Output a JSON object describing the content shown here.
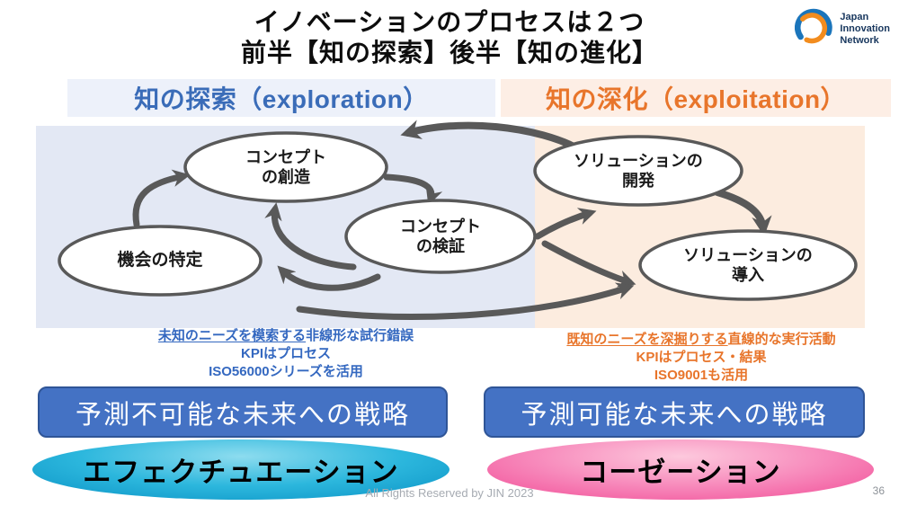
{
  "title": {
    "line1": "イノベーションのプロセスは２つ",
    "line2": "前半【知の探索】後半【知の進化】"
  },
  "logo": {
    "line1": "Japan",
    "line2": "Innovation",
    "line3": "Network"
  },
  "left": {
    "header": "知の探索（exploration）",
    "note_underlined": "未知のニーズを模索する",
    "note_rest": "非線形な試行錯誤",
    "note_line2": "KPIはプロセス",
    "note_line3": "ISO56000シリーズを活用",
    "strategy": "予測不可能な未来への戦略",
    "approach": "エフェクチュエーション"
  },
  "right": {
    "header": "知の深化（exploitation）",
    "note_underlined": "既知のニーズを深掘りする",
    "note_rest": "直線的な実行活動",
    "note_line2": "KPIはプロセス・結果",
    "note_line3": "ISO9001も活用",
    "strategy": "予測可能な未来への戦略",
    "approach": "コーゼーション"
  },
  "diagram": {
    "opportunity": "機会の特定",
    "concept_creation_l1": "コンセプト",
    "concept_creation_l2": "の創造",
    "concept_validation_l1": "コンセプト",
    "concept_validation_l2": "の検証",
    "solution_development_l1": "ソリューションの",
    "solution_development_l2": "開発",
    "solution_deployment_l1": "ソリューションの",
    "solution_deployment_l2": "導入"
  },
  "footer": {
    "copyright": "All Rights Reserved by JIN 2023",
    "page": "36"
  },
  "colors": {
    "exploration_accent": "#3A6CB8",
    "exploitation_accent": "#E8752B",
    "exploration_panel": "#e3e8f4",
    "exploitation_panel": "#fcecdf",
    "strategy_box": "#4472C4",
    "effectuation_fill": "#18ABD8",
    "causation_fill": "#F2549B",
    "arrow": "#595959"
  }
}
